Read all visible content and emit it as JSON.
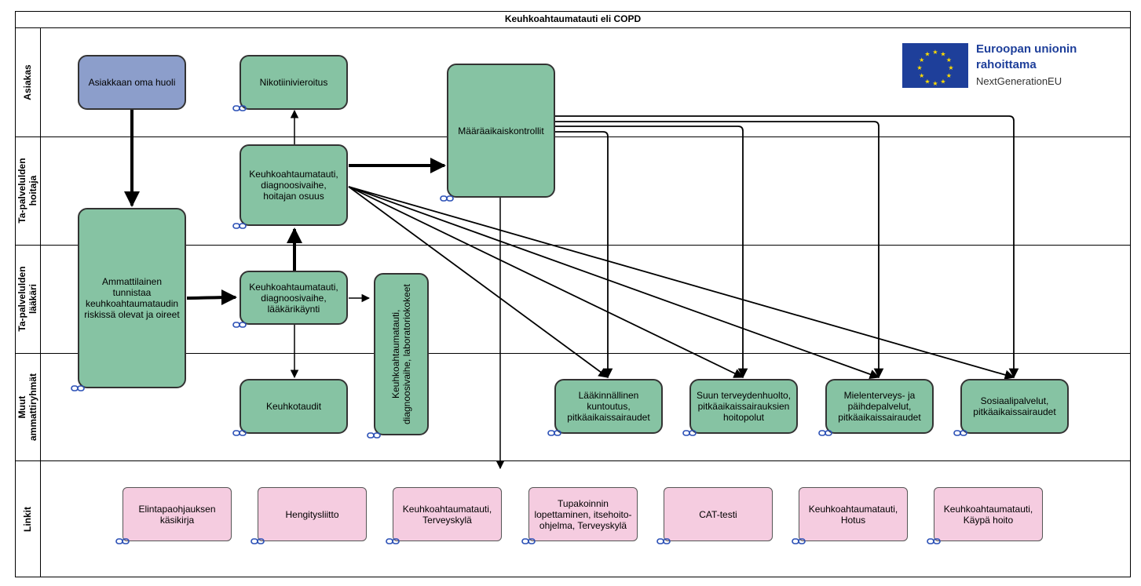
{
  "title": "Keuhkoahtaumatauti eli COPD",
  "lanes": [
    {
      "label": "Asiakas"
    },
    {
      "label": "Ta-palvelulden\nhoitaja"
    },
    {
      "label": "Ta-palvelulden\nlääkäri"
    },
    {
      "label": "Muut\nammattiryhmät"
    },
    {
      "label": "Linkit"
    }
  ],
  "nodes": {
    "oma_huoli": "Asiakkaan oma huoli",
    "nikotiini": "Nikotiinivieroitus",
    "maaraaika": "Määräaikaiskontrollit",
    "hoitaja": "Keuhkoahtaumatauti, diagnoosivaihe, hoitajan osuus",
    "ammattilainen": "Ammattilainen tunnistaa keuhkoahtaumataudin riskissä olevat ja oireet",
    "laakari": "Keuhkoahtaumatauti, diagnoosivaihe, lääkärikäynti",
    "lab": "Keuhkoahtaumatauti, diagnoosivaihe, laboratoriokokeet",
    "keuhkotaudit": "Keuhkotaudit",
    "kuntoutus": "Lääkinnällinen kuntoutus, pitkäaikaissairaudet",
    "suun": "Suun terveydenhuolto, pitkäaikaissairauksien hoitopolut",
    "mielenterveys": "Mielenterveys- ja päihdepalvelut, pitkäaikaissairaudet",
    "sosiaali": "Sosiaalipalvelut, pitkäaikaissairaudet"
  },
  "links": [
    "Elintapaohjauksen käsikirja",
    "Hengitysliitto",
    "Keuhkoahtaumatauti, Terveyskylä",
    "Tupakoinnin lopettaminen, itsehoito-ohjelma, Terveyskylä",
    "CAT-testi",
    "Keuhkoahtaumatauti, Hotus",
    "Keuhkoahtaumatauti, Käypä hoito"
  ],
  "eu": {
    "line1": "Euroopan unionin rahoittama",
    "line2": "NextGenerationEU"
  },
  "colors": {
    "green": "#86c3a3",
    "blue": "#8c9ecb",
    "pink": "#f5cce0",
    "eu_blue": "#1e3f9a",
    "eu_star": "#ffdd00"
  }
}
